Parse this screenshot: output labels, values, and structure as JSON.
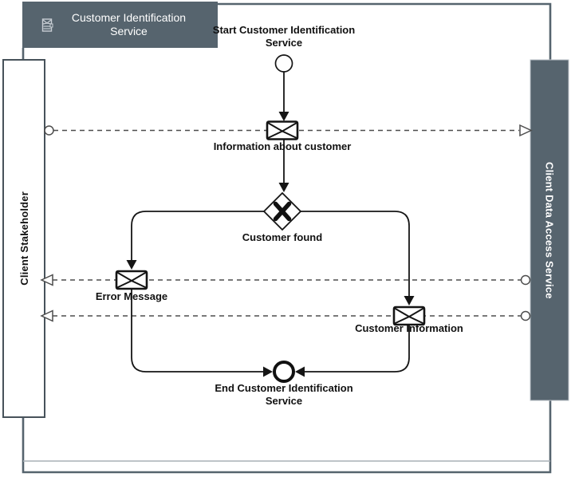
{
  "header": {
    "title": "Customer Identification Service",
    "icon": "stacked-messages-icon"
  },
  "lanes": {
    "left": {
      "label": "Client Stakeholder",
      "role": "participant-pool"
    },
    "right": {
      "label": "Client Data Access Service",
      "role": "participant-pool"
    }
  },
  "nodes": {
    "start_event": {
      "label": "Start Customer Identification Service",
      "type": "start-event"
    },
    "info_message": {
      "label": "Information about customer",
      "type": "message-envelope"
    },
    "gateway": {
      "label": "Customer found",
      "type": "exclusive-gateway"
    },
    "error_message": {
      "label": "Error Message",
      "type": "message-envelope"
    },
    "customer_information": {
      "label": "Customer Information",
      "type": "message-envelope"
    },
    "end_event": {
      "label": "End Customer Identification Service",
      "type": "end-event"
    }
  },
  "colors": {
    "slate": "#56646e",
    "lane_border": "#47525a",
    "node_stroke": "#151515",
    "dashed_flow": "#4d4d4d",
    "band_line": "#a8b0b6",
    "lane_fill_left": "#ffffff",
    "label_text": "#111111",
    "header_text": "#ffffff"
  }
}
